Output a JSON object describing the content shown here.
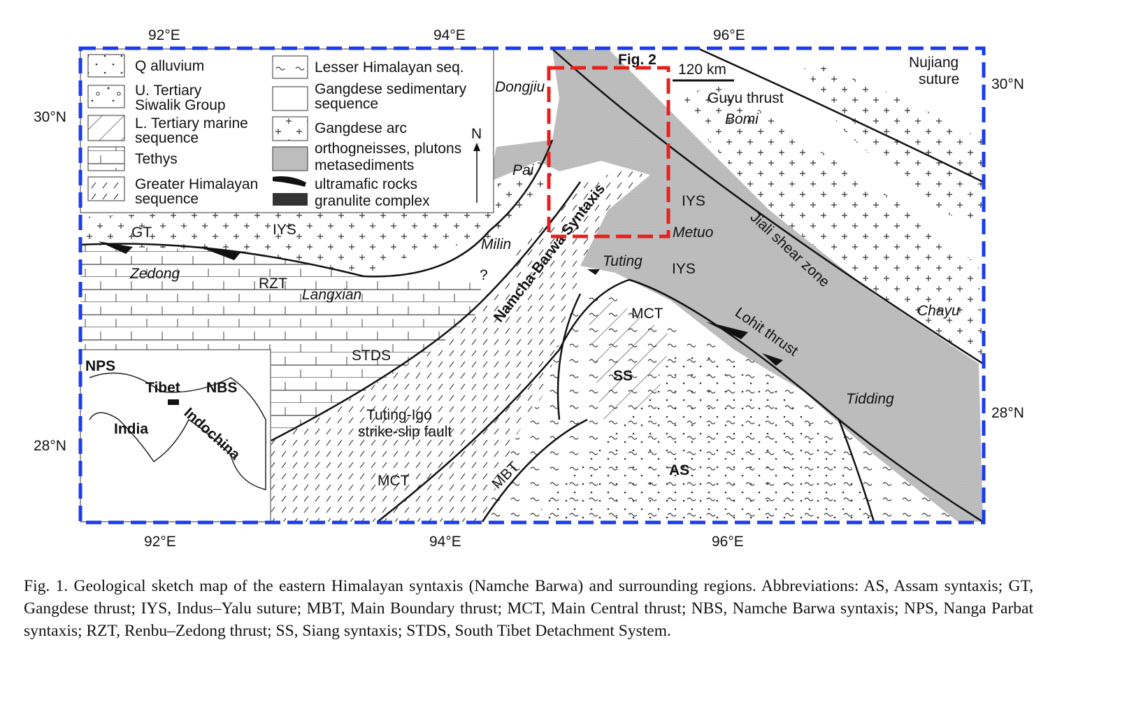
{
  "figure": {
    "degrees": {
      "top": [
        "92°E",
        "94°E",
        "96°E"
      ],
      "bottom": [
        "92°E",
        "94°E",
        "96°E"
      ],
      "left": [
        "30°N",
        "28°N"
      ],
      "right": [
        "30°N",
        "28°N"
      ]
    },
    "legend": [
      {
        "label": "Q alluvium",
        "pattern": "dots"
      },
      {
        "label": "U. Tertiary",
        "label2": "Siwalik Group",
        "pattern": "pebbles"
      },
      {
        "label": "L. Tertiary marine",
        "label2": "sequence",
        "pattern": "hatch"
      },
      {
        "label": "Tethys",
        "pattern": "brick"
      },
      {
        "label": "Greater Himalayan",
        "label2": "sequence",
        "pattern": "dashes"
      },
      {
        "label": "Lesser Himalayan seq.",
        "pattern": "waves"
      },
      {
        "label": "Gangdese sedimentary",
        "label2": "sequence",
        "pattern": "blank"
      },
      {
        "label": "Gangdese arc",
        "pattern": "plus"
      },
      {
        "label": "orthogneisses, plutons",
        "label2": "metasediments",
        "pattern": "grey"
      },
      {
        "label": "ultramafic rocks",
        "pattern": "black-lens"
      },
      {
        "label": "granulite complex",
        "pattern": "dark"
      }
    ],
    "north": "N",
    "fig2_label": "Fig. 2",
    "scale": "120 km",
    "labels": {
      "nujiang1": "Nujiang",
      "nujiang2": "suture",
      "dongjiu": "Dongjiu",
      "guyu": "Guyu thrust",
      "bomi": "Bomi",
      "pai": "Pai",
      "iys1": "IYS",
      "metuo": "Metuo",
      "jiali": "Jiali shear zone",
      "milin": "Milin",
      "gt": "GT",
      "iys2": "IYS",
      "zedong": "Zedong",
      "rzt": "RZT",
      "langxian": "Langxian",
      "question": "?",
      "nbs": "Namcha-Barwa Syntaxis",
      "tuting": "Tuting",
      "iys3": "IYS",
      "mct1": "MCT",
      "lohit": "Lohit thrust",
      "chayu": "Chayu",
      "stds": "STDS",
      "ss": "SS",
      "tidding": "Tidding",
      "tuting_igo1": "Tuting-Igo",
      "tuting_igo2": "strike-slip fault",
      "as": "AS",
      "mbt": "MBT",
      "mct2": "MCT"
    },
    "inset": {
      "nps": "NPS",
      "tibet": "Tibet",
      "nbs": "NBS",
      "india": "India",
      "indochina": "Indochina"
    },
    "colors": {
      "frame": "#1a3cf0",
      "fig2_box": "#e8201c",
      "grey_unit": "#bdbdbd"
    }
  },
  "caption": "Fig. 1. Geological sketch map of the eastern Himalayan syntaxis (Namche Barwa) and surrounding regions. Abbreviations: AS, Assam syntaxis; GT, Gangdese thrust; IYS, Indus–Yalu suture; MBT, Main Boundary thrust; MCT, Main Central thrust; NBS, Namche Barwa syntaxis; NPS, Nanga Parbat syntaxis; RZT, Renbu–Zedong thrust; SS, Siang syntaxis; STDS, South Tibet Detachment System."
}
